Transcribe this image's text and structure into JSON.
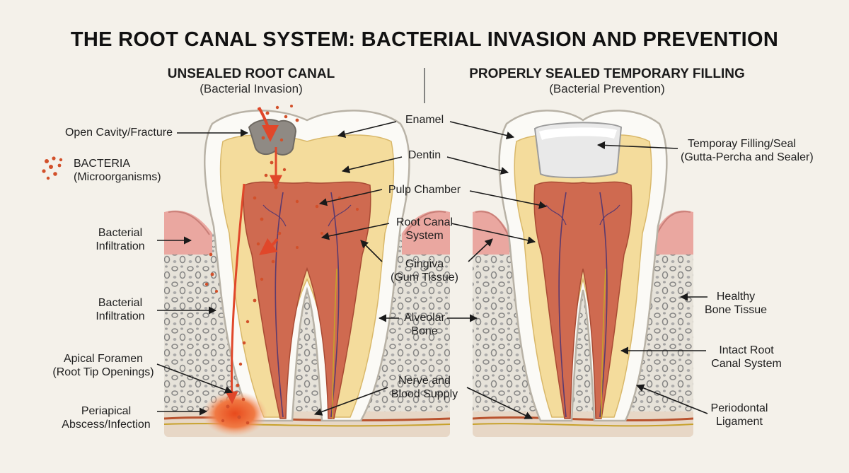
{
  "title": "THE ROOT CANAL SYSTEM: BACTERIAL INVASION AND PREVENTION",
  "left_panel": {
    "heading": "UNSEALED ROOT CANAL",
    "subheading": "(Bacterial Invasion)"
  },
  "right_panel": {
    "heading": "PROPERLY SEALED TEMPORARY FILLING",
    "subheading": "(Bacterial Prevention)"
  },
  "legend": {
    "line1": "BACTERIA",
    "line2": "(Microorganisms)"
  },
  "labels": {
    "open_cavity": "Open Cavity/Fracture",
    "bacterial_infiltration_1": {
      "line1": "Bacterial",
      "line2": "Infiltration"
    },
    "bacterial_infiltration_2": {
      "line1": "Bacterial",
      "line2": "Infiltration"
    },
    "apical_foramen": {
      "line1": "Apical Foramen",
      "line2": "(Root Tip Openings)"
    },
    "periapical_abscess": {
      "line1": "Periapical",
      "line2": "Abscess/Infection"
    },
    "enamel": "Enamel",
    "dentin": "Dentin",
    "pulp_chamber": "Pulp Chamber",
    "root_canal_system": {
      "line1": "Root Canal",
      "line2": "System"
    },
    "gingiva": {
      "line1": "Gingiva",
      "line2": "(Gum Tissue)"
    },
    "alveolar_bone": {
      "line1": "Alveolar",
      "line2": "Bone"
    },
    "nerve_blood": {
      "line1": "Nerve and",
      "line2": "Blood Supply"
    },
    "temporary_filling": {
      "line1": "Temporay Filling/Seal",
      "line2": "(Gutta-Percha and Sealer)"
    },
    "healthy_bone": {
      "line1": "Healthy",
      "line2": "Bone Tissue"
    },
    "intact_root_canal": {
      "line1": "Intact Root",
      "line2": "Canal System"
    },
    "periodontal_ligament": {
      "line1": "Periodontal",
      "line2": "Ligament"
    }
  },
  "colors": {
    "background": "#f4f1ea",
    "enamel": "#fbfaf6",
    "dentin": "#f4dc9c",
    "pulp": "#cf6a50",
    "gum": "#eaa7a0",
    "bone": "#e6e2d9",
    "bone_pores": "#8f8f8f",
    "bacteria": "#d2502a",
    "filling": "#e9e9e9"
  }
}
